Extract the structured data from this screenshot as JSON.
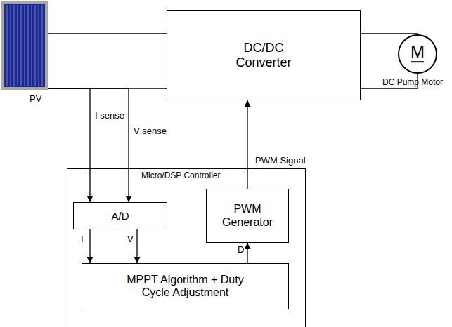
{
  "diagram": {
    "nodes": [
      {
        "text": [
          "PV"
        ]
      },
      {
        "text": [
          "DC/DC Converter"
        ]
      },
      {
        "text": [
          "M",
          "DC Pump Motor"
        ]
      },
      {
        "text": [
          "Micro/DSP Controller"
        ]
      },
      {
        "text": [
          "A/D"
        ],
        "in": 3
      },
      {
        "text": [
          "PWM Generator"
        ],
        "in": 3
      },
      {
        "text": [
          "MPPT Algorithm + Duty Cycle Adjustment"
        ],
        "in": 3
      }
    ],
    "edges": [
      {
        "from": 0,
        "to": 1,
        "arrow": "none"
      },
      {
        "from": 0,
        "to": 1,
        "arrow": "none"
      },
      {
        "from": 1,
        "to": 2,
        "arrow": "none"
      },
      {
        "from": 1,
        "to": 2,
        "arrow": "none"
      },
      {
        "from": 0,
        "to": 4,
        "label": "I sense",
        "arrow": "to"
      },
      {
        "from": 0,
        "to": 4,
        "label": "V sense",
        "arrow": "to"
      },
      {
        "from": 5,
        "to": 1,
        "label": "PWM Signal",
        "arrow": "to"
      },
      {
        "from": 4,
        "to": 6,
        "label": "I",
        "arrow": "to"
      },
      {
        "from": 4,
        "to": 6,
        "label": "V",
        "arrow": "to"
      },
      {
        "from": 6,
        "to": 5,
        "label": "D",
        "arrow": "to"
      }
    ]
  }
}
